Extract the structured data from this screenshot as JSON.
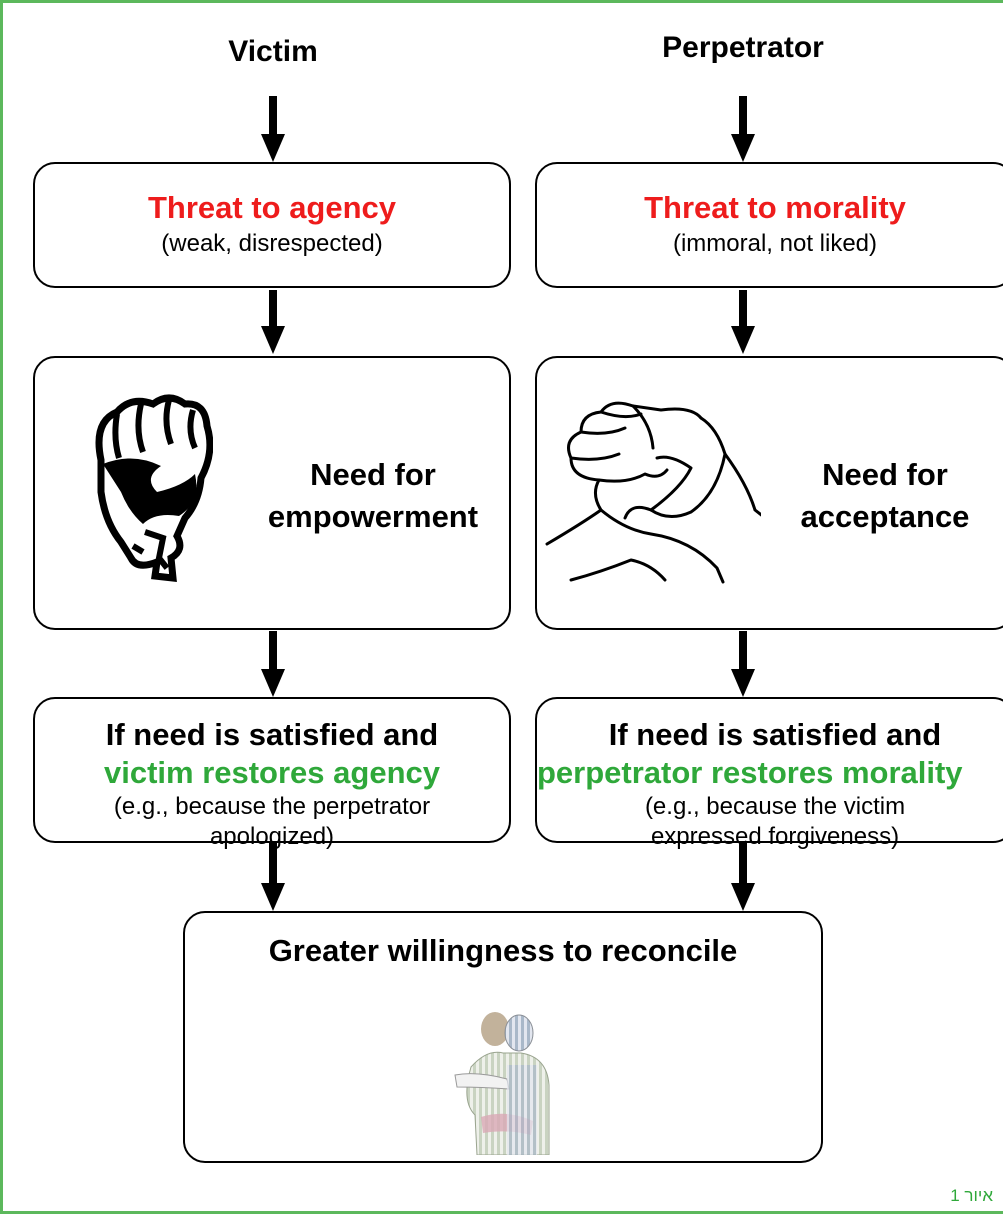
{
  "headers": {
    "victim": "Victim",
    "perpetrator": "Perpetrator"
  },
  "victim": {
    "threat_title": "Threat to agency",
    "threat_desc": "(weak, disrespected)",
    "need_line1": "Need for",
    "need_line2": "empowerment",
    "outcome_line1": "If need is satisfied and",
    "outcome_highlight": "victim restores agency",
    "outcome_note1": "(e.g., because the perpetrator",
    "outcome_note2": "apologized)"
  },
  "perpetrator": {
    "threat_title": "Threat to morality",
    "threat_desc": "(immoral,  not liked)",
    "need_line1": "Need for",
    "need_line2": "acceptance",
    "outcome_line1": "If need is satisfied and",
    "outcome_highlight": "perpetrator restores morality",
    "outcome_note1": "(e.g., because the victim",
    "outcome_note2": "expressed forgiveness)"
  },
  "final": {
    "title": "Greater willingness to reconcile"
  },
  "caption": "איור 1",
  "colors": {
    "threat": "#ee1c1c",
    "restore": "#2fa83a",
    "frame": "#5cb85c"
  },
  "icons": {
    "victim_need": "raised-fist-icon",
    "perpetrator_need": "handshake-icon",
    "final": "hug-icon"
  }
}
